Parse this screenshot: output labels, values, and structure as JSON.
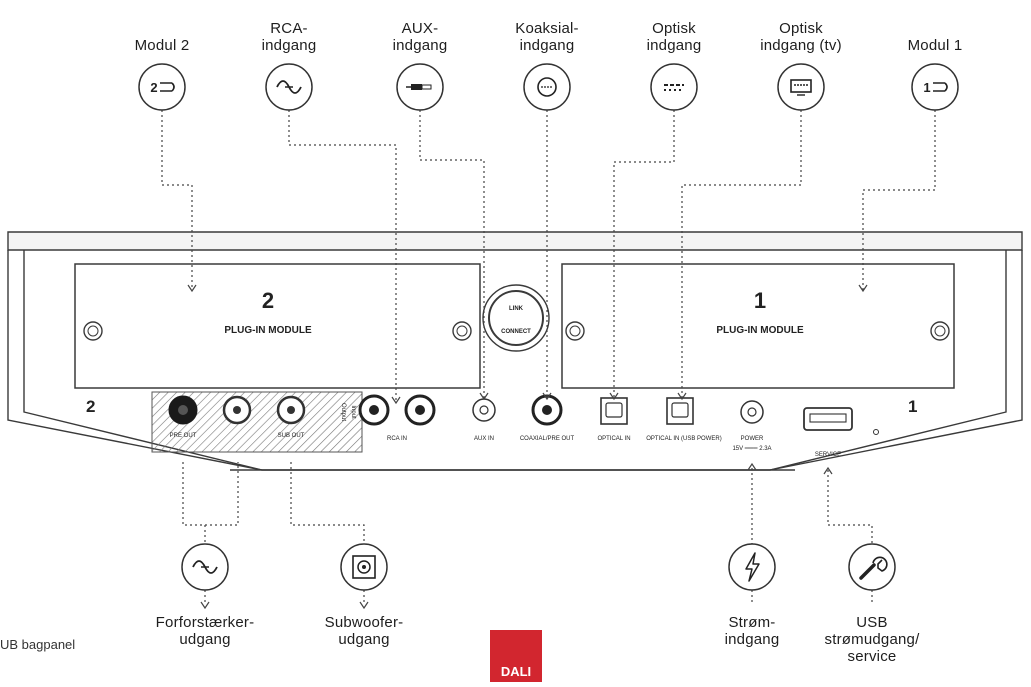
{
  "top_labels": [
    {
      "id": "module2",
      "lines": [
        "Modul 2"
      ]
    },
    {
      "id": "rca",
      "lines": [
        "RCA-",
        "indgang"
      ]
    },
    {
      "id": "aux",
      "lines": [
        "AUX-",
        "indgang"
      ]
    },
    {
      "id": "coax",
      "lines": [
        "Koaksial-",
        "indgang"
      ]
    },
    {
      "id": "optical",
      "lines": [
        "Optisk",
        "indgang"
      ]
    },
    {
      "id": "optical_tv",
      "lines": [
        "Optisk",
        "indgang (tv)"
      ]
    },
    {
      "id": "module1",
      "lines": [
        "Modul 1"
      ]
    }
  ],
  "bottom_labels": [
    {
      "id": "preamp",
      "lines": [
        "Forforstærker-",
        "udgang"
      ]
    },
    {
      "id": "subwoofer",
      "lines": [
        "Subwoofer-",
        "udgang"
      ]
    },
    {
      "id": "power",
      "lines": [
        "Strøm-",
        "indgang"
      ]
    },
    {
      "id": "usb",
      "lines": [
        "USB",
        "strømudgang/",
        "service"
      ]
    }
  ],
  "panel": {
    "module2_num": "2",
    "module1_num": "1",
    "module_text": "PLUG-IN MODULE",
    "link_connect": [
      "LINK",
      "CONNECT"
    ],
    "corner_left": "2",
    "corner_right": "1",
    "port_labels": {
      "pre_out": "PRE OUT",
      "sub_out": "SUB OUT",
      "input_side": "Input",
      "output_side": "Output",
      "rca_in": "RCA IN",
      "aux_in": "AUX IN",
      "coax": "COAXIAL/PRE OUT",
      "optical_in": "OPTICAL IN",
      "optical_in_tv": "OPTICAL IN (USB POWER)",
      "power": "POWER",
      "power_rating": "15V ═══ 2.3A",
      "service": "SERVICE"
    }
  },
  "caption": "UB bagpanel",
  "logo_text": "DALI",
  "colors": {
    "line": "#3a3a3a",
    "panel_fill": "#ffffff",
    "logo": "#d2262f",
    "dark_jack": "#1a1a1a"
  }
}
